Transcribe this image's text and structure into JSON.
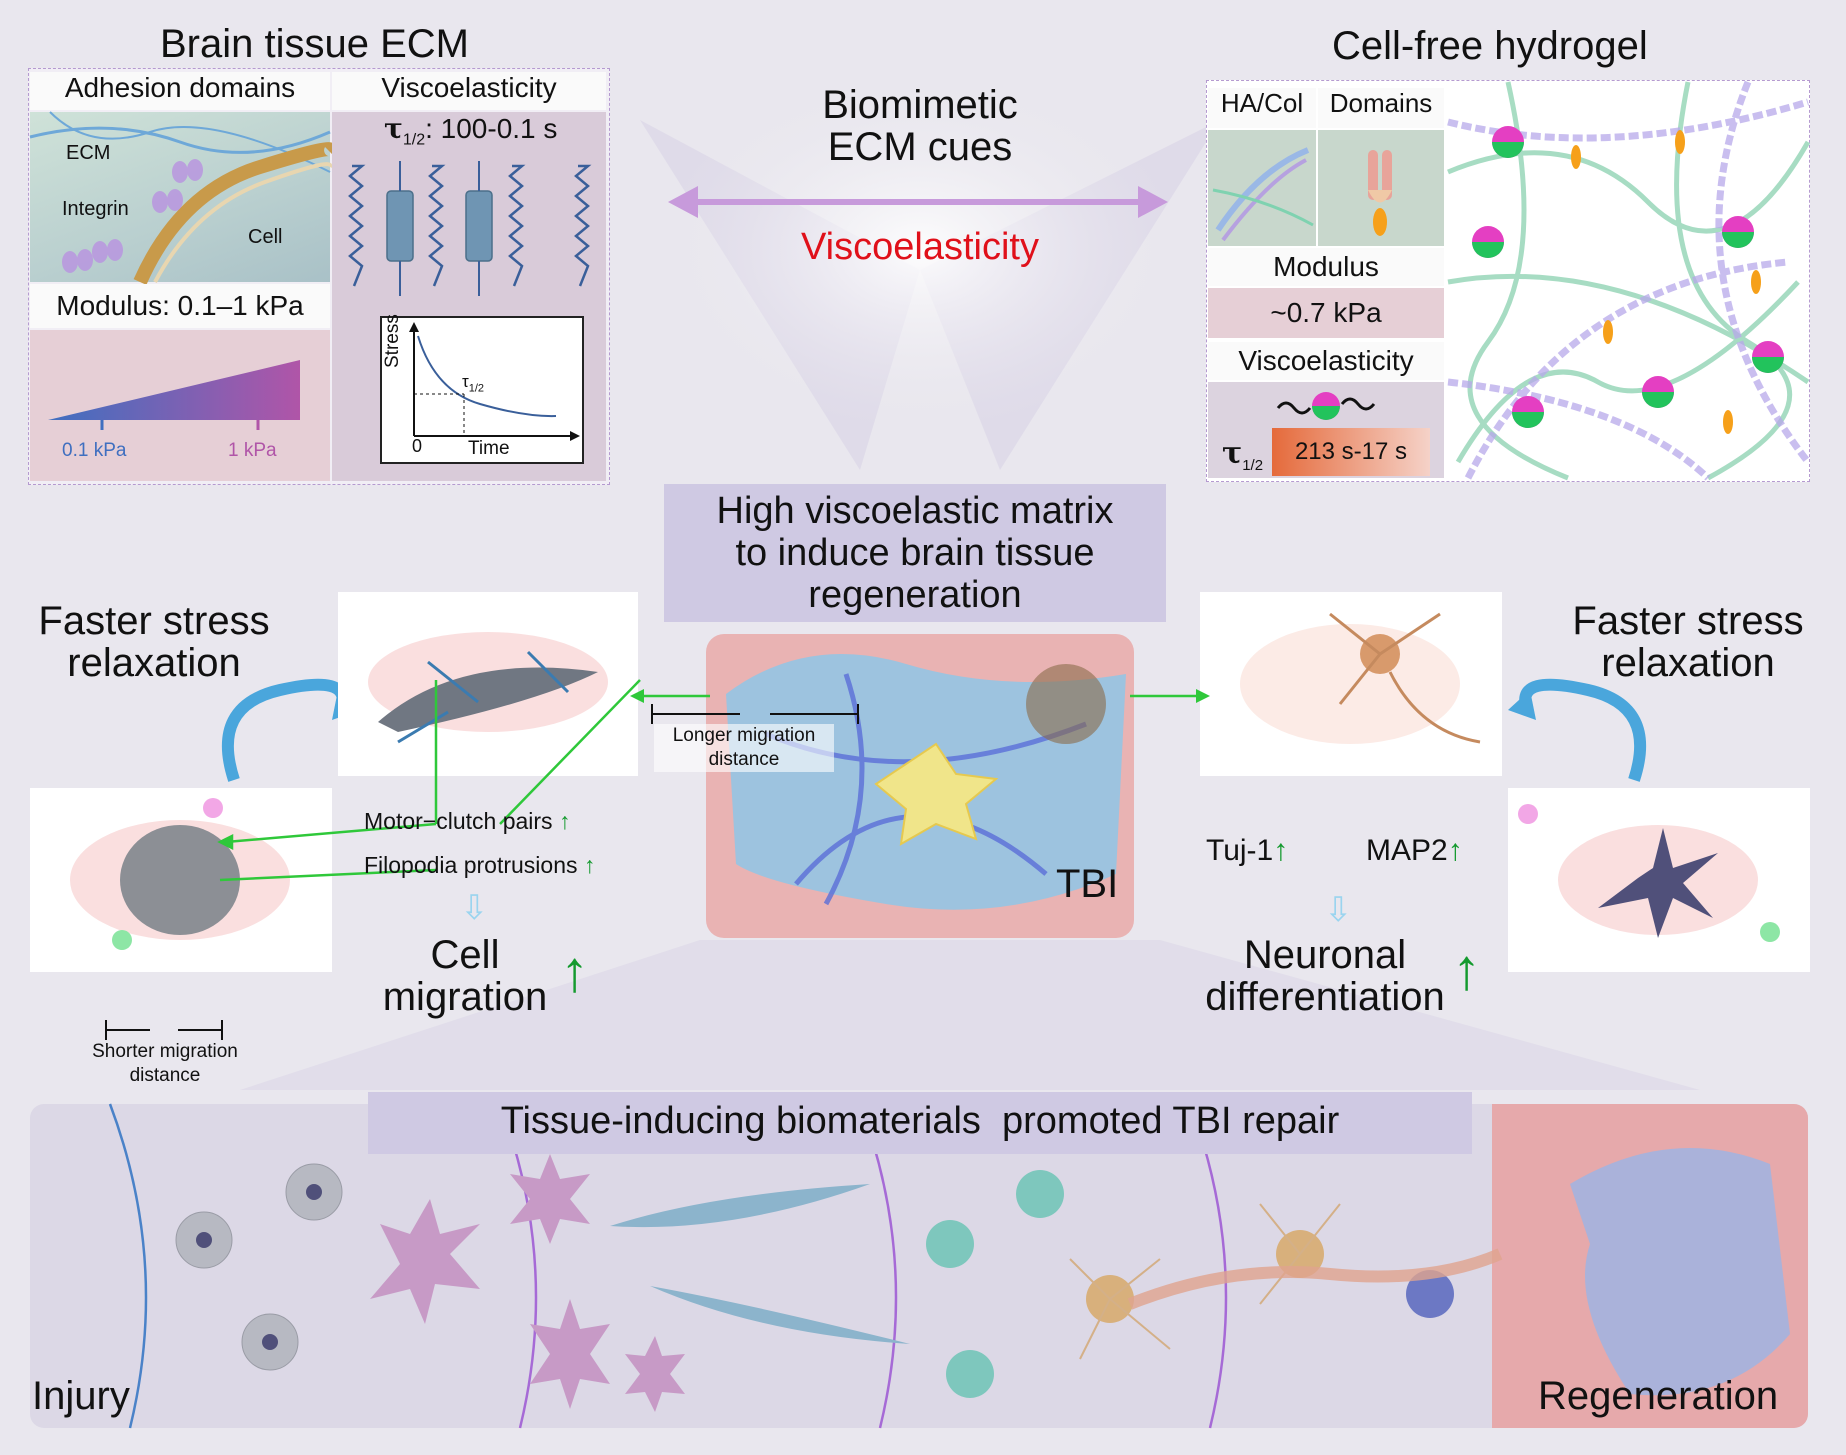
{
  "ecm": {
    "title": "Brain tissue ECM",
    "adhesion_header": "Adhesion domains",
    "visco_header": "Viscoelasticity",
    "tau_prefix": "τ",
    "tau_sub": "1/2",
    "tau_value": ": 100-0.1 s",
    "label_ecm": "ECM",
    "label_integrin": "Integrin",
    "label_cell": "Cell",
    "modulus": "Modulus: 0.1–1 kPa",
    "kpa_low": "0.1 kPa",
    "kpa_high": "1 kPa",
    "graph_ylabel": "Stress",
    "graph_xlabel": "Time",
    "graph_zero": "0",
    "graph_tau": "τ",
    "graph_tau_sub": "1/2"
  },
  "center": {
    "title_line1": "Biomimetic",
    "title_line2": "ECM cues",
    "visco": "Viscoelasticity",
    "banner_line1": "High viscoelastic matrix",
    "banner_line2": "to induce brain tissue",
    "banner_line3": "regeneration",
    "tbi": "TBI",
    "longer_line1": "Longer migration",
    "longer_line2": "distance"
  },
  "hydrogel": {
    "title": "Cell-free hydrogel",
    "col1": "HA/Col",
    "col2": "Domains",
    "modulus_label": "Modulus",
    "modulus_value": "~0.7 kPa",
    "visco_label": "Viscoelasticity",
    "tau_prefix": "τ",
    "tau_sub": "1/2",
    "tau_value": "213 s-17 s"
  },
  "left": {
    "faster_line1": "Faster stress",
    "faster_line2": "relaxation",
    "motor": "Motor−clutch pairs",
    "filopodia": "Filopodia protrusions",
    "cell_migration_line1": "Cell",
    "cell_migration_line2": "migration",
    "shorter_line1": "Shorter migration",
    "shorter_line2": "distance"
  },
  "right": {
    "faster_line1": "Faster stress",
    "faster_line2": "relaxation",
    "tuj": "Tuj-1",
    "map2": "MAP2",
    "neuronal_line1": "Neuronal",
    "neuronal_line2": "differentiation"
  },
  "bottom": {
    "banner": "Tissue-inducing biomaterials  promoted TBI repair",
    "injury": "Injury",
    "regeneration": "Regeneration"
  },
  "colors": {
    "accent_red": "#e0101a",
    "arrow_green": "#2fc83a",
    "up_green": "#149a2e",
    "purple_arrow": "#c79adb",
    "banner_bg": "#cfc9e3"
  }
}
